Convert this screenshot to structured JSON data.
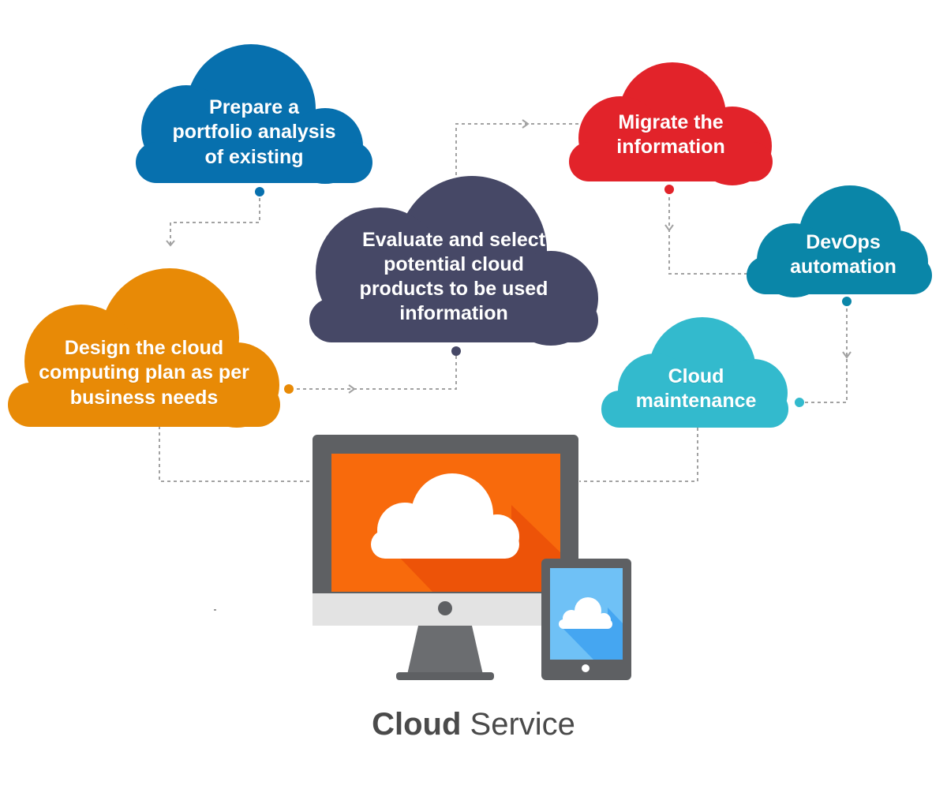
{
  "clouds": {
    "portfolio": {
      "lines": [
        "Prepare a",
        "portfolio analysis",
        "of existing"
      ],
      "color": "#0770ae"
    },
    "evaluate": {
      "lines": [
        "Evaluate and select",
        "potential cloud",
        "products to be used",
        "information"
      ],
      "color": "#464866"
    },
    "migrate": {
      "lines": [
        "Migrate the",
        "information"
      ],
      "color": "#e2232a"
    },
    "devops": {
      "lines": [
        "DevOps",
        "automation"
      ],
      "color": "#0a86a8"
    },
    "design": {
      "lines": [
        "Design the cloud",
        "computing plan as per",
        "business needs"
      ],
      "color": "#e88a06"
    },
    "maintain": {
      "lines": [
        "Cloud",
        "maintenance"
      ],
      "color": "#33bacd"
    }
  },
  "caption": {
    "bold": "Cloud",
    "rest": " Service"
  },
  "colors": {
    "connector": "#9a9a9a",
    "monitor_frame": "#5e6063",
    "monitor_screen": "#f86a0c",
    "monitor_stand": "#6b6d70",
    "monitor_chin": "#e3e3e3",
    "tablet_frame": "#5e6063",
    "tablet_screen": "#6fc1f6"
  }
}
